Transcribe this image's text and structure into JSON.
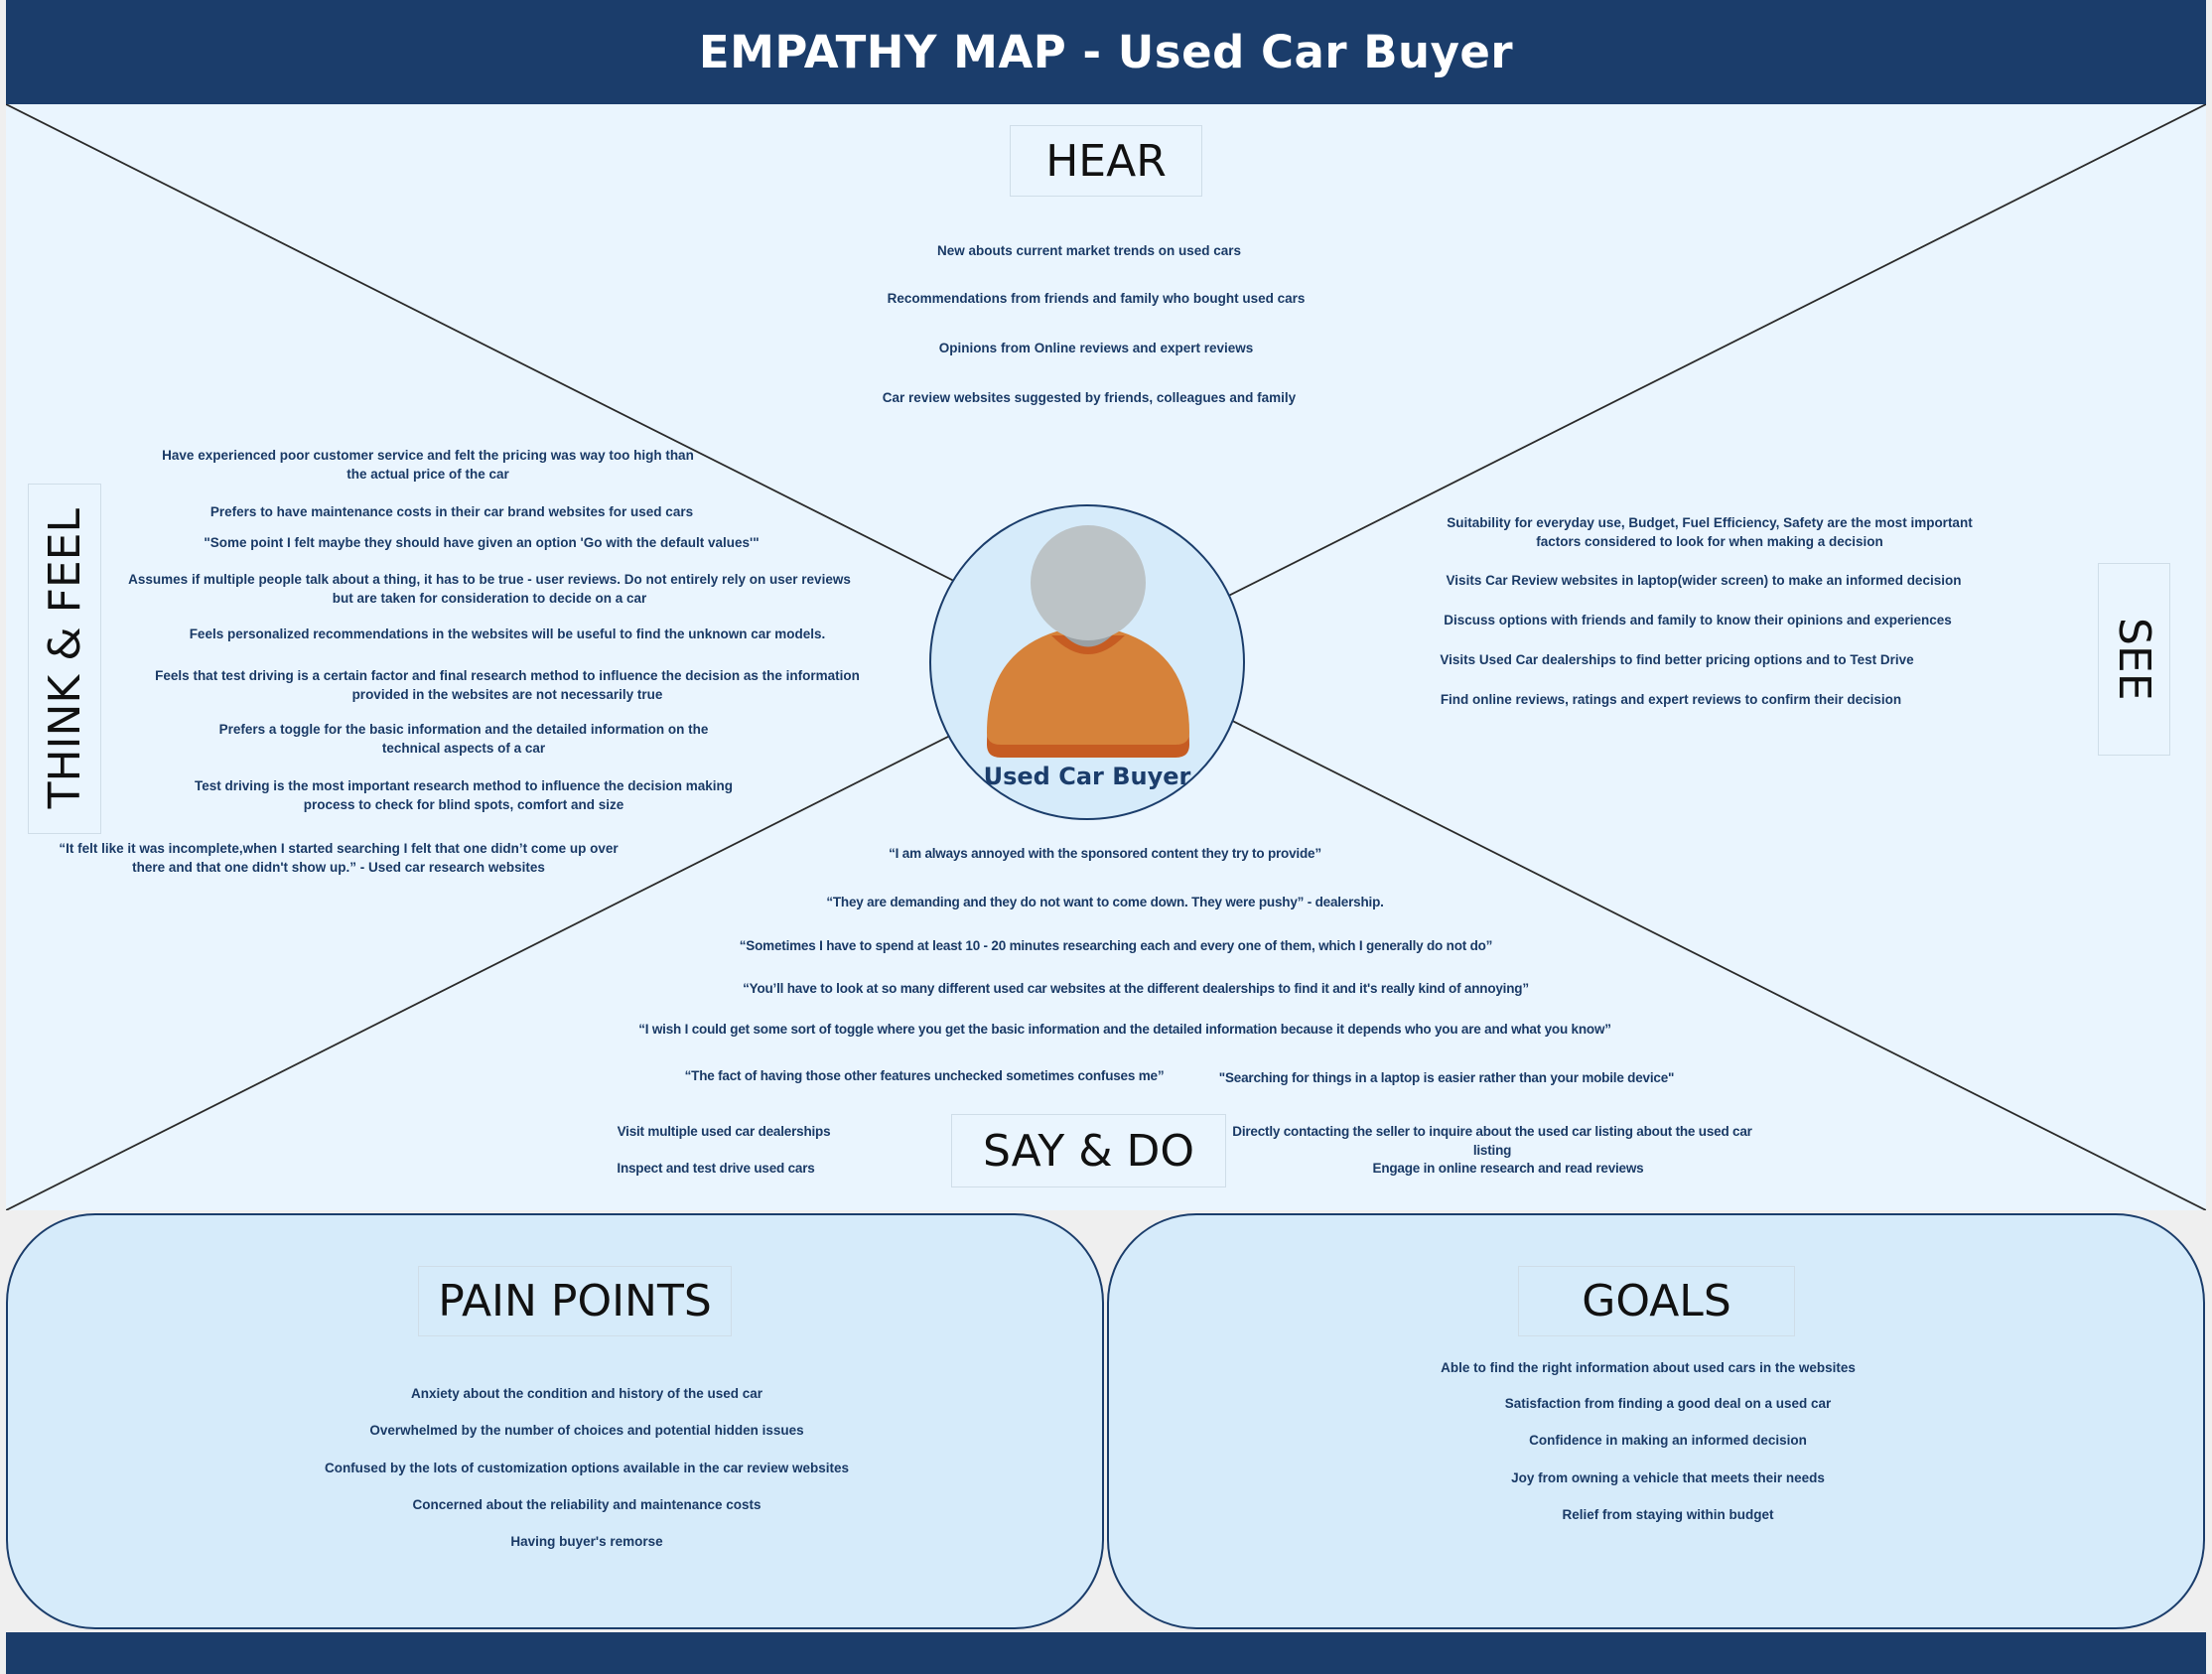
{
  "header": {
    "title": "EMPATHY MAP - Used Car Buyer"
  },
  "colors": {
    "primary": "#1b3d6b",
    "map_bg": "#eaf5fe",
    "panel_bg": "#d6ebfa",
    "shirt": "#d6823a",
    "shirt_dark": "#c65c22",
    "head": "#bcc3c6"
  },
  "persona": {
    "label": "Used Car Buyer",
    "icon": "user-avatar-icon"
  },
  "hear": {
    "title": "HEAR",
    "items": [
      "New abouts current market trends on used cars",
      "Recommendations from friends and family who bought used cars",
      "Opinions from Online reviews and expert reviews",
      "Car review websites suggested by friends, colleagues and family"
    ]
  },
  "think_feel": {
    "title": "THINK & FEEL",
    "items": [
      "Have experienced poor customer service and felt the pricing was way too high than\nthe actual price of the car",
      "Prefers to have maintenance costs in their car brand websites for used cars",
      "\"Some point I felt maybe they should have given an option 'Go with the default values'\"",
      "Assumes if multiple people talk about a thing, it has to be true - user reviews. Do not entirely rely on user reviews\nbut are taken for consideration to decide on a car",
      "Feels personalized recommendations in the websites will be useful to find the unknown car models.",
      "Feels that test driving is a certain factor and final research method to influence the decision as the information\nprovided in the websites are not necessarily true",
      "Prefers a toggle for the basic information and the detailed information on the\ntechnical aspects of a car",
      "Test driving is the most important research method to influence the decision making\nprocess to check for blind spots, comfort and size",
      "“It felt like it was incomplete,when I started searching I felt that one didn’t come up over\nthere and that one didn't show up.” - Used car research websites"
    ]
  },
  "see": {
    "title": "SEE",
    "items": [
      "Suitability for everyday use, Budget, Fuel Efficiency, Safety are the most important\nfactors considered to look for when making a decision",
      "Visits Car Review websites in laptop(wider screen) to make an informed decision",
      "Discuss options with friends and family to know their opinions and experiences",
      "Visits Used Car dealerships to find better pricing options and to Test Drive",
      "Find online reviews, ratings and expert reviews to confirm their decision"
    ]
  },
  "say_do": {
    "title": "SAY & DO",
    "quotes": [
      "“I am always annoyed with the sponsored content they try to provide”",
      "“They are demanding and they do not want to come down. They were pushy” - dealership.",
      "“Sometimes I have to spend at least 10 - 20 minutes researching each and every one of them, which I generally do not do”",
      "“You’ll have to look at so many different used car websites at the different dealerships to find it and it's really kind of annoying”",
      "“I wish I could get some sort of toggle where you get the basic information and the detailed information because it depends who you are and what you know”",
      "“The fact of having those other features unchecked sometimes confuses me”",
      "\"Searching for things in a laptop is easier rather than your mobile device\""
    ],
    "actions": [
      "Visit multiple used car dealerships",
      "Inspect and test drive used cars",
      "Directly contacting the seller to inquire about the used car listing about the used car\nlisting",
      "Engage in online research and read reviews"
    ]
  },
  "pain_points": {
    "title": "PAIN POINTS",
    "items": [
      "Anxiety about the condition and history of the used car",
      "Overwhelmed by the number of choices and potential hidden issues",
      "Confused by the lots of customization options available in the car review websites",
      "Concerned about the reliability and maintenance costs",
      "Having buyer's remorse"
    ]
  },
  "goals": {
    "title": "GOALS",
    "items": [
      "Able to find the right information about used cars in the websites",
      "Satisfaction from finding a good deal on a used car",
      "Confidence in making an informed decision",
      "Joy from owning a vehicle that meets their needs",
      "Relief from staying within budget"
    ]
  }
}
